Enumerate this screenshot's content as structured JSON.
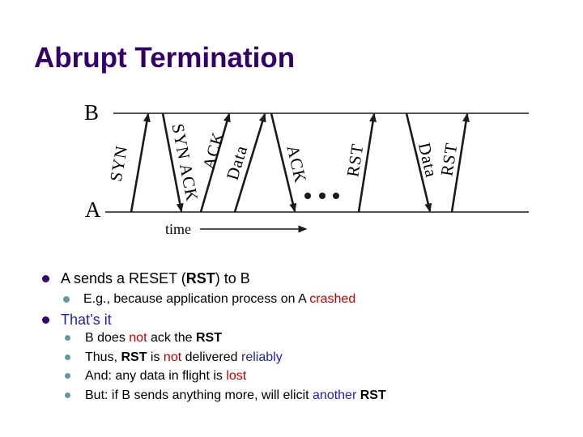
{
  "slide": {
    "title": "Abrupt Termination"
  },
  "diagram": {
    "endpoint_top": "B",
    "endpoint_bottom": "A",
    "time_label": "time",
    "ellipsis_dots": 3,
    "messages": [
      {
        "label": "SYN",
        "from": "A",
        "to": "B"
      },
      {
        "label": "SYN ACK",
        "from": "B",
        "to": "A"
      },
      {
        "label": "ACK",
        "from": "A",
        "to": "B"
      },
      {
        "label": "Data",
        "from": "A",
        "to": "B"
      },
      {
        "label": "ACK",
        "from": "B",
        "to": "A"
      },
      {
        "label": "RST",
        "from": "A",
        "to": "B"
      },
      {
        "label": "Data",
        "from": "B",
        "to": "A"
      },
      {
        "label": "RST",
        "from": "A",
        "to": "B"
      }
    ]
  },
  "bullets": [
    {
      "level": 1,
      "segments": [
        {
          "text": "A sends a RESET ("
        },
        {
          "text": "RST",
          "style": "bold"
        },
        {
          "text": ") to B"
        }
      ]
    },
    {
      "level": 2,
      "segments": [
        {
          "text": "E.g., because application process on A "
        },
        {
          "text": "crashed",
          "style": "red"
        }
      ]
    },
    {
      "level": 1,
      "segments": [
        {
          "text": "That’s it",
          "style": "blue"
        }
      ]
    },
    {
      "level": 3,
      "segments": [
        {
          "text": "B does "
        },
        {
          "text": "not",
          "style": "red"
        },
        {
          "text": " ack the "
        },
        {
          "text": "RST",
          "style": "bold"
        }
      ]
    },
    {
      "level": 3,
      "segments": [
        {
          "text": "Thus, "
        },
        {
          "text": "RST",
          "style": "bold"
        },
        {
          "text": " is "
        },
        {
          "text": "not",
          "style": "red"
        },
        {
          "text": " delivered "
        },
        {
          "text": "reliably",
          "style": "blue"
        }
      ]
    },
    {
      "level": 3,
      "segments": [
        {
          "text": "And: any data in flight is "
        },
        {
          "text": "lost",
          "style": "red"
        }
      ]
    },
    {
      "level": 3,
      "segments": [
        {
          "text": "But: if B sends anything more, will elicit "
        },
        {
          "text": "another",
          "style": "blue"
        },
        {
          "text": " "
        },
        {
          "text": "RST",
          "style": "bold"
        }
      ]
    }
  ],
  "colors": {
    "title": "#330066",
    "red": "#c00000",
    "blue": "#2222aa",
    "bullet1": "#330066",
    "bullet2": "#669999"
  }
}
